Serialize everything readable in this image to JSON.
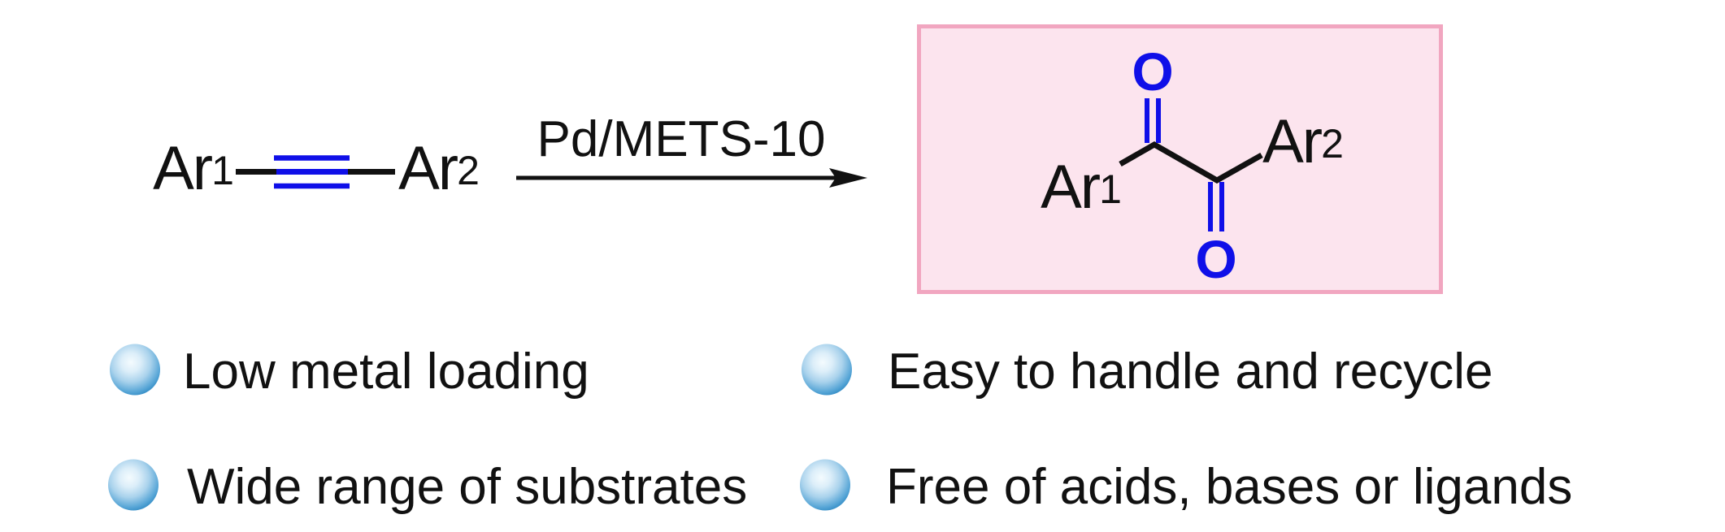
{
  "figure": {
    "type": "reaction-scheme",
    "description": "Pd-catalyzed oxidation of diaryl alkynes to 1,2-diketones"
  },
  "colors": {
    "ink": "#111111",
    "bond_blue": "#0f0fe8",
    "box_fill": "#fce4ee",
    "box_border": "#f1a6c0",
    "box_shadow": "#fae3ef",
    "sphere_rim": "#1274b5",
    "sphere_mid": "#56a5d6",
    "sphere_highlight": "#f4fbfe"
  },
  "reactant": {
    "ar1_base": "Ar",
    "ar1_sup": "1",
    "ar2_base": "Ar",
    "ar2_sup": "2"
  },
  "arrow": {
    "label": "Pd/METS-10"
  },
  "product": {
    "ar1_base": "Ar",
    "ar1_sup": "1",
    "ar2_base": "Ar",
    "ar2_sup": "2",
    "o_top": "O",
    "o_bottom": "O"
  },
  "bullets": [
    {
      "label": "Low metal loading"
    },
    {
      "label": "Easy to handle and recycle"
    },
    {
      "label": "Wide range of substrates"
    },
    {
      "label": "Free of acids, bases or ligands"
    }
  ]
}
